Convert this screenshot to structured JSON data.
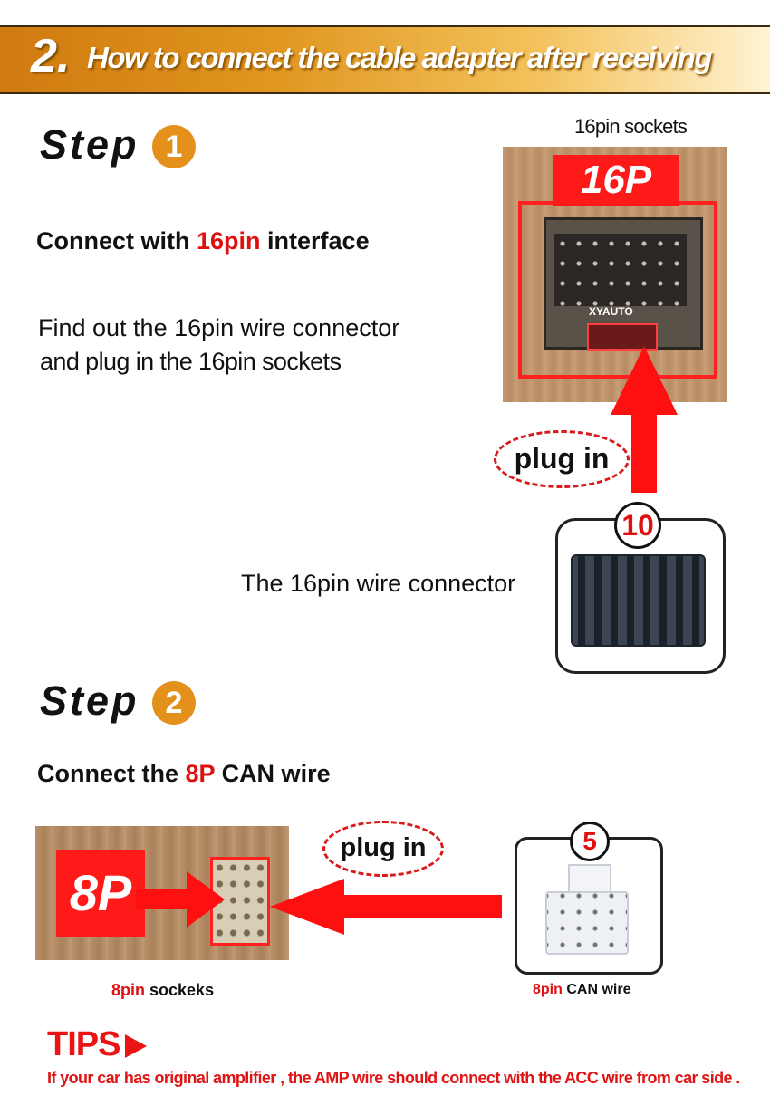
{
  "header": {
    "number": "2.",
    "title": "How to connect the cable adapter after receiving"
  },
  "step1": {
    "word": "Step",
    "badge": "1",
    "heading_pre": "Connect with ",
    "heading_highlight": "16pin",
    "heading_post": " interface",
    "instruction_line1": "Find out the 16pin wire connector",
    "instruction_line2": "and plug in  the 16pin sockets",
    "socket_caption": "16pin sockets",
    "socket_label": "16P",
    "socket_brand": "XYAUTO",
    "plug_label": "plug in",
    "connector_number": "10",
    "connector_caption": "The 16pin wire connector"
  },
  "step2": {
    "word": "Step",
    "badge": "2",
    "heading_pre": "Connect the ",
    "heading_highlight": "8P",
    "heading_post": " CAN  wire",
    "socket_label": "8P",
    "plug_label": "plug in",
    "connector_number": "5",
    "socket_caption_highlight": "8pin",
    "socket_caption_rest": " sockeks",
    "wire_caption_highlight": "8pin",
    "wire_caption_rest": " CAN wire"
  },
  "tips": {
    "label": "TIPS",
    "text": "If your car has original amplifier , the AMP wire should connect with the ACC wire from car side ."
  },
  "colors": {
    "accent_red": "#e01010",
    "step_orange": "#e4911c",
    "banner_orange": "#d07a10"
  }
}
